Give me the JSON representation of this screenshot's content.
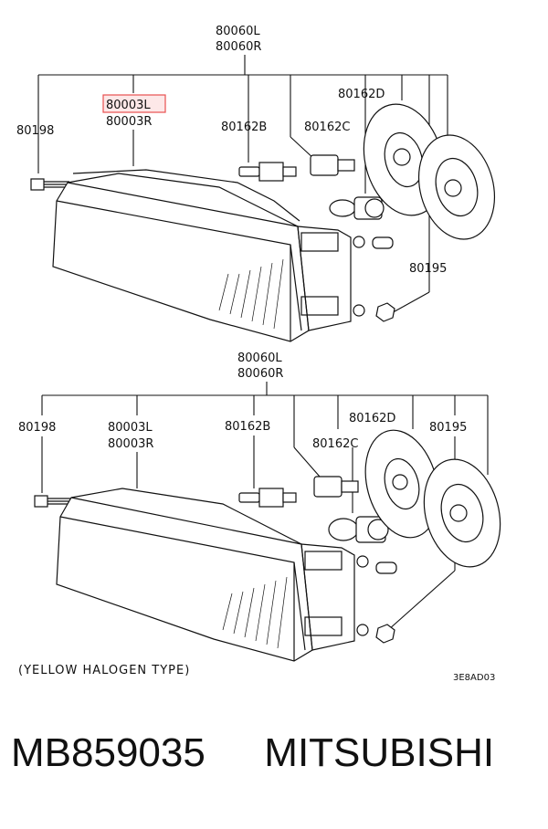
{
  "top": {
    "assembly": [
      "80060L",
      "80060R"
    ],
    "lamp_unit": [
      "80003L",
      "80003R"
    ],
    "screw": "80198",
    "bulb": "80162B",
    "socket": "80162C",
    "bulb_cover": "80162D",
    "nut": "80195"
  },
  "bottom": {
    "assembly": [
      "80060L",
      "80060R"
    ],
    "screw": "80198",
    "lamp_unit": [
      "80003L",
      "80003R"
    ],
    "bulb": "80162B",
    "bulb_cover": "80162D",
    "nut": "80195",
    "socket": "80162C",
    "note": "(YELLOW HALOGEN TYPE)",
    "figure_code": "3E8AD03"
  },
  "caption": {
    "part_number": "MB859035",
    "brand": "MITSUBISHI"
  },
  "colors": {
    "highlight": "#e85050",
    "line": "#111111"
  }
}
